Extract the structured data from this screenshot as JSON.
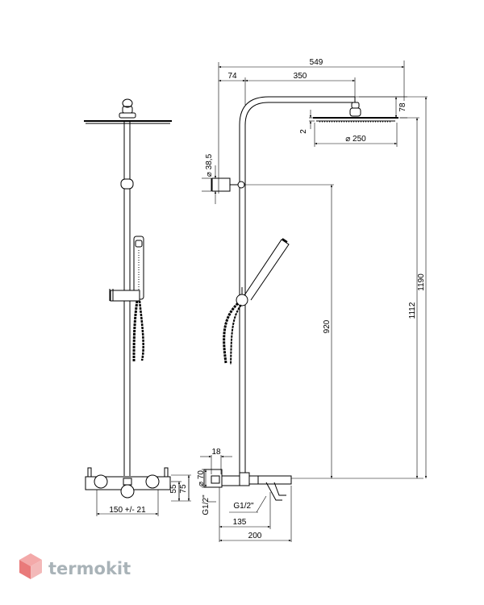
{
  "dimensions": {
    "total_reach": "549",
    "wall_offset": "74",
    "arm_length": "350",
    "head_height": "78",
    "head_thickness": "2",
    "head_diameter": "⌀ 250",
    "bracket_diameter": "⌀ 38,5",
    "slide_height": "920",
    "height_1112": "1112",
    "height_1190": "1190",
    "mixer_depth": "18",
    "mixer_diameter": "⌀ 70",
    "inlet_thread": "G1/2\"",
    "outlet_thread": "G1/2\"",
    "mixer_55": "55",
    "mixer_75": "75",
    "centers": "150 +/- 21",
    "spout_135": "135",
    "spout_200": "200"
  },
  "brand": {
    "name": "termokit"
  },
  "colors": {
    "line": "#000000",
    "brand_text": "#a9b3b8"
  }
}
